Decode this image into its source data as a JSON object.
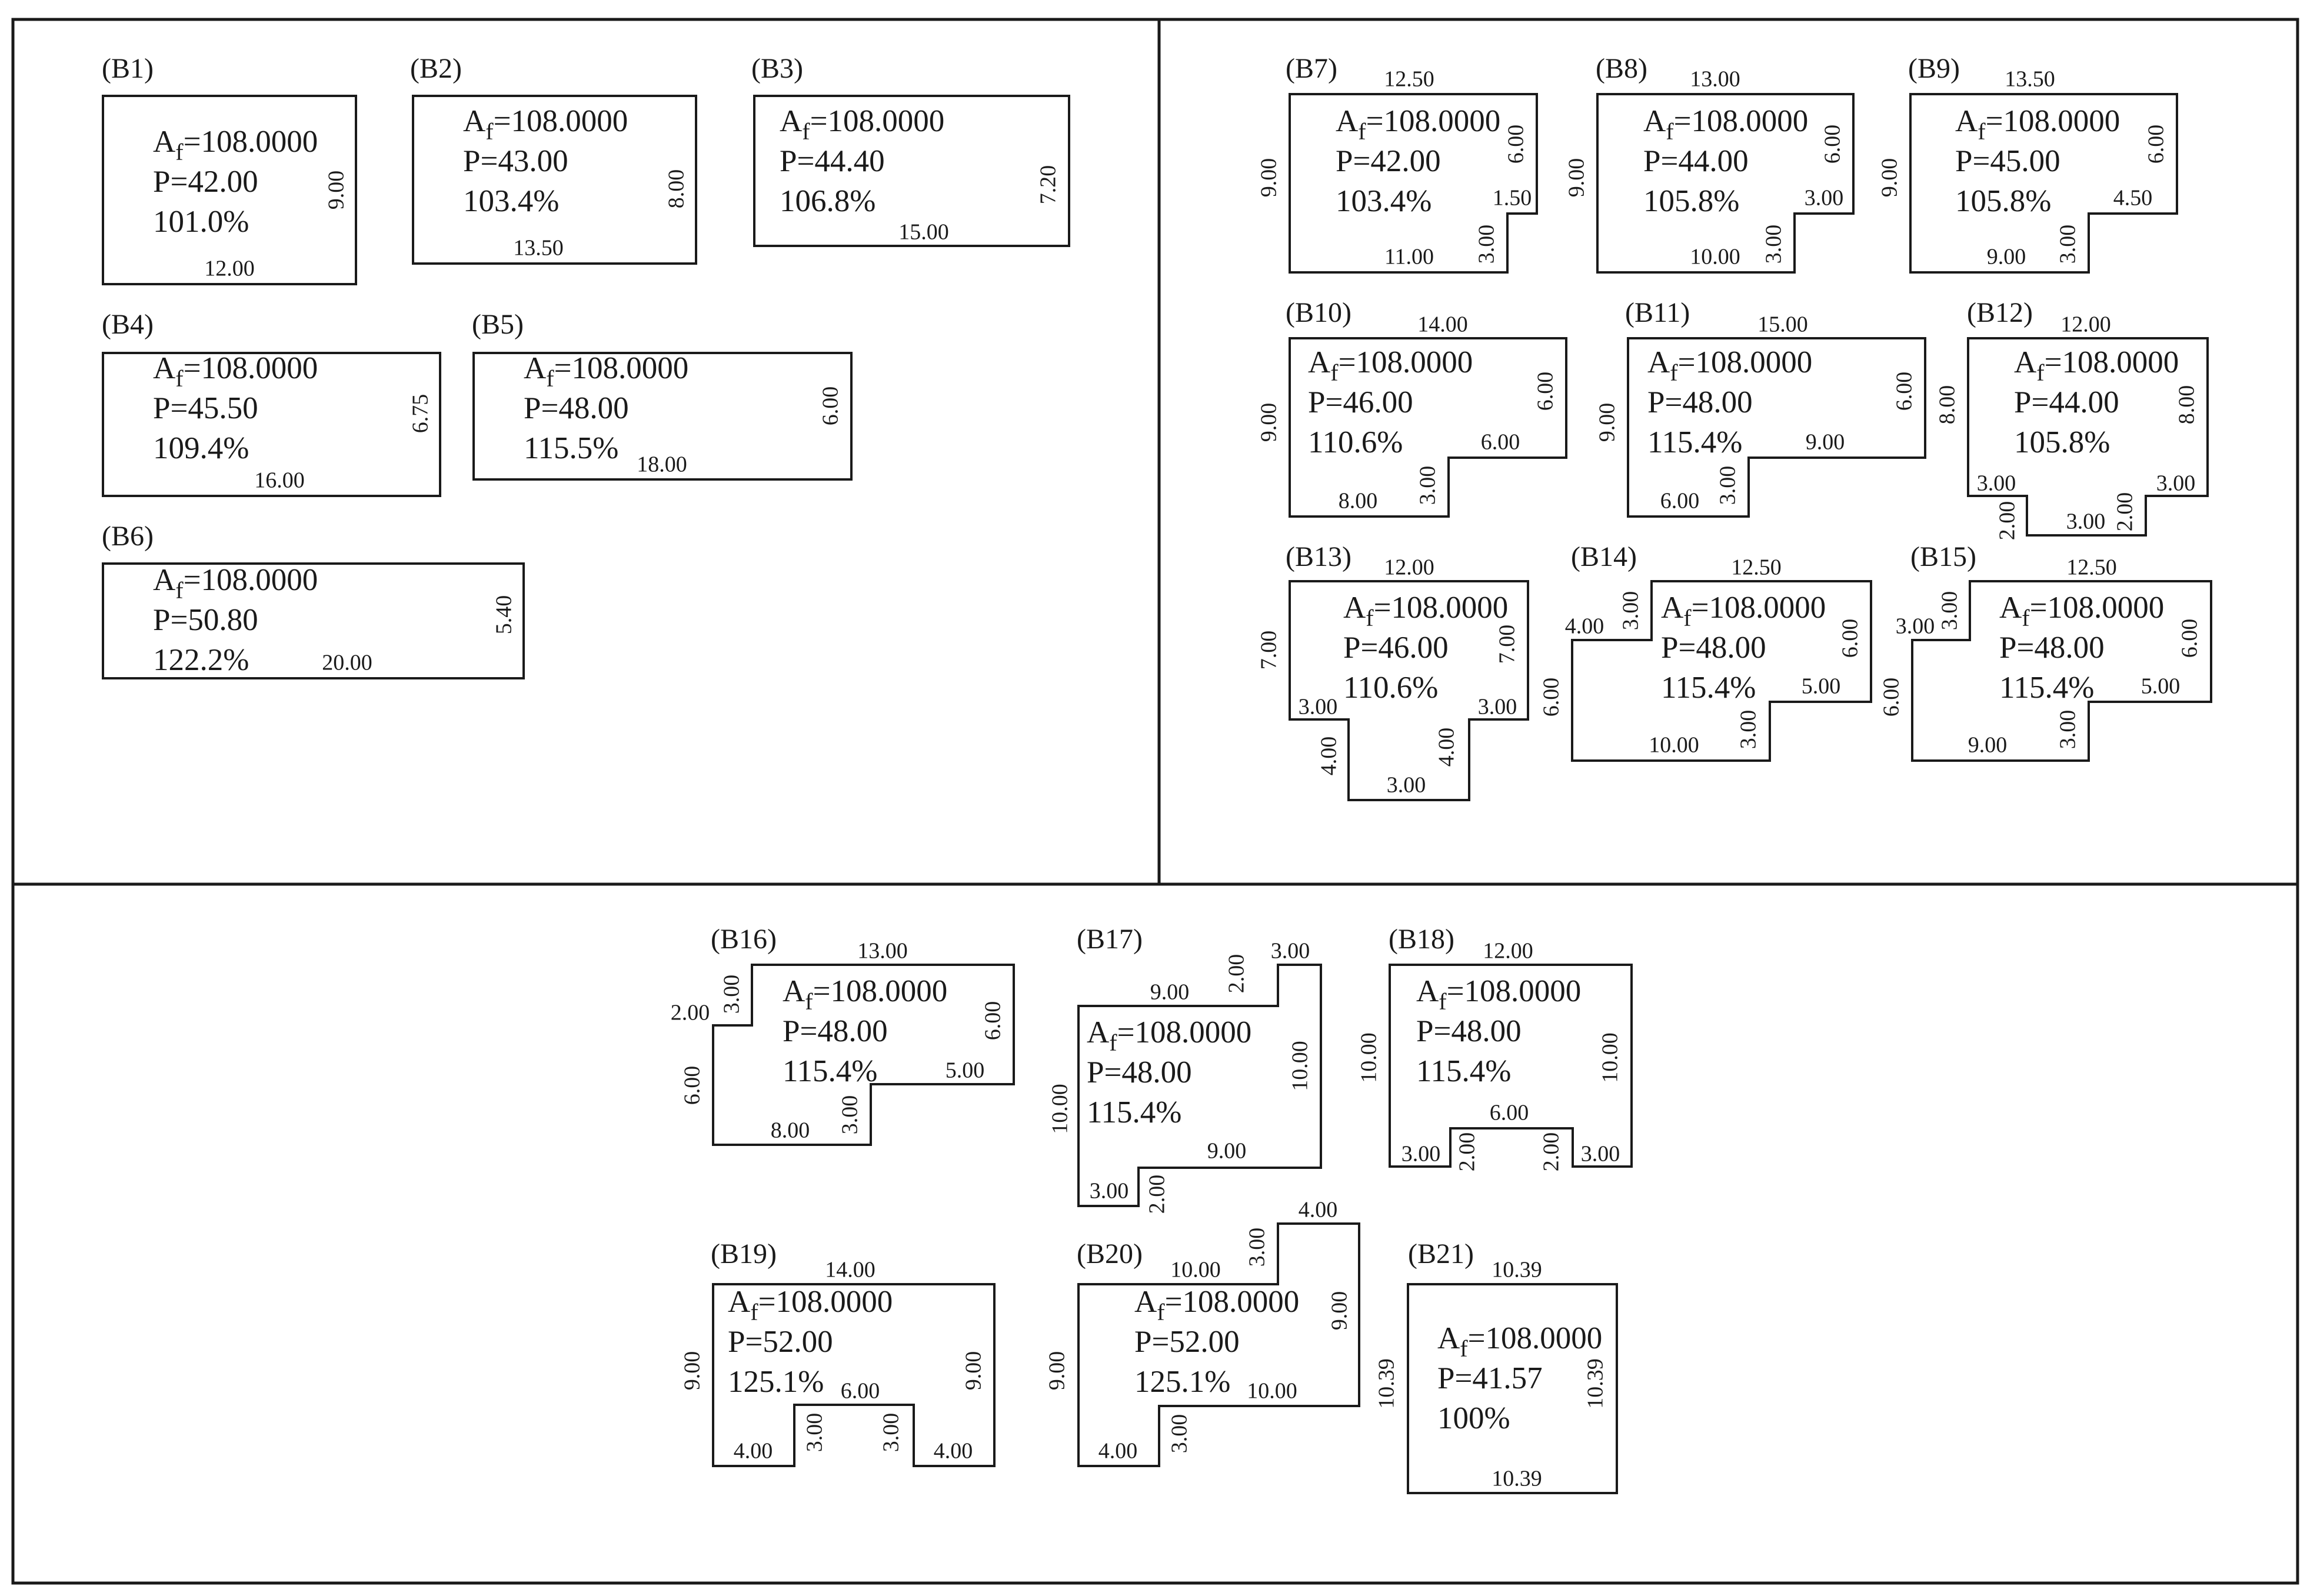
{
  "figure": {
    "line_color": "#1a1a1a",
    "background": "#ffffff"
  },
  "plans": [
    {
      "id": "B1",
      "label": "(B1)",
      "af": "108.0000",
      "p": "P=42.00",
      "pct": "101.0%",
      "dims": [
        "9.00",
        "12.00"
      ]
    },
    {
      "id": "B2",
      "label": "(B2)",
      "af": "108.0000",
      "p": "P=43.00",
      "pct": "103.4%",
      "dims": [
        "8.00",
        "13.50"
      ]
    },
    {
      "id": "B3",
      "label": "(B3)",
      "af": "108.0000",
      "p": "P=44.40",
      "pct": "106.8%",
      "dims": [
        "7.20",
        "15.00"
      ]
    },
    {
      "id": "B4",
      "label": "(B4)",
      "af": "108.0000",
      "p": "P=45.50",
      "pct": "109.4%",
      "dims": [
        "6.75",
        "16.00"
      ]
    },
    {
      "id": "B5",
      "label": "(B5)",
      "af": "108.0000",
      "p": "P=48.00",
      "pct": "115.5%",
      "dims": [
        "6.00",
        "18.00"
      ]
    },
    {
      "id": "B6",
      "label": "(B6)",
      "af": "108.0000",
      "p": "P=50.80",
      "pct": "122.2%",
      "dims": [
        "5.40",
        "20.00"
      ]
    },
    {
      "id": "B7",
      "label": "(B7)",
      "af": "108.0000",
      "p": "P=42.00",
      "pct": "103.4%",
      "dims": [
        "12.50",
        "9.00",
        "6.00",
        "1.50",
        "3.00",
        "11.00"
      ]
    },
    {
      "id": "B8",
      "label": "(B8)",
      "af": "108.0000",
      "p": "P=44.00",
      "pct": "105.8%",
      "dims": [
        "13.00",
        "9.00",
        "6.00",
        "3.00",
        "3.00",
        "10.00"
      ]
    },
    {
      "id": "B9",
      "label": "(B9)",
      "af": "108.0000",
      "p": "P=45.00",
      "pct": "105.8%",
      "dims": [
        "13.50",
        "9.00",
        "6.00",
        "4.50",
        "3.00",
        "9.00"
      ]
    },
    {
      "id": "B10",
      "label": "(B10)",
      "af": "108.0000",
      "p": "P=46.00",
      "pct": "110.6%",
      "dims": [
        "14.00",
        "9.00",
        "6.00",
        "6.00",
        "3.00",
        "8.00"
      ]
    },
    {
      "id": "B11",
      "label": "(B11)",
      "af": "108.0000",
      "p": "P=48.00",
      "pct": "115.4%",
      "dims": [
        "15.00",
        "9.00",
        "6.00",
        "9.00",
        "3.00",
        "6.00"
      ]
    },
    {
      "id": "B12",
      "label": "(B12)",
      "af": "108.0000",
      "p": "P=44.00",
      "pct": "105.8%",
      "dims": [
        "12.00",
        "8.00",
        "8.00",
        "3.00",
        "3.00",
        "2.00",
        "3.00",
        "2.00"
      ]
    },
    {
      "id": "B13",
      "label": "(B13)",
      "af": "108.0000",
      "p": "P=46.00",
      "pct": "110.6%",
      "dims": [
        "12.00",
        "7.00",
        "7.00",
        "3.00",
        "3.00",
        "4.00",
        "4.00",
        "3.00"
      ]
    },
    {
      "id": "B14",
      "label": "(B14)",
      "af": "108.0000",
      "p": "P=48.00",
      "pct": "115.4%",
      "dims": [
        "12.50",
        "4.00",
        "3.00",
        "6.00",
        "6.00",
        "5.00",
        "3.00",
        "10.00"
      ]
    },
    {
      "id": "B15",
      "label": "(B15)",
      "af": "108.0000",
      "p": "P=48.00",
      "pct": "115.4%",
      "dims": [
        "12.50",
        "3.00",
        "3.00",
        "6.00",
        "6.00",
        "5.00",
        "3.00",
        "9.00"
      ]
    },
    {
      "id": "B16",
      "label": "(B16)",
      "af": "108.0000",
      "p": "P=48.00",
      "pct": "115.4%",
      "dims": [
        "13.00",
        "2.00",
        "3.00",
        "6.00",
        "6.00",
        "5.00",
        "3.00",
        "8.00"
      ]
    },
    {
      "id": "B17",
      "label": "(B17)",
      "af": "108.0000",
      "p": "P=48.00",
      "pct": "115.4%",
      "dims": [
        "3.00",
        "9.00",
        "2.00",
        "10.00",
        "10.00",
        "9.00",
        "3.00",
        "2.00"
      ]
    },
    {
      "id": "B18",
      "label": "(B18)",
      "af": "108.0000",
      "p": "P=48.00",
      "pct": "115.4%",
      "dims": [
        "12.00",
        "10.00",
        "10.00",
        "6.00",
        "3.00",
        "2.00",
        "2.00",
        "3.00"
      ]
    },
    {
      "id": "B19",
      "label": "(B19)",
      "af": "108.0000",
      "p": "P=52.00",
      "pct": "125.1%",
      "dims": [
        "14.00",
        "9.00",
        "9.00",
        "6.00",
        "4.00",
        "3.00",
        "3.00",
        "4.00"
      ]
    },
    {
      "id": "B20",
      "label": "(B20)",
      "af": "108.0000",
      "p": "P=52.00",
      "pct": "125.1%",
      "dims": [
        "4.00",
        "10.00",
        "3.00",
        "9.00",
        "9.00",
        "10.00",
        "4.00",
        "3.00"
      ]
    },
    {
      "id": "B21",
      "label": "(B21)",
      "af": "108.0000",
      "p": "P=41.57",
      "pct": "100%",
      "dims": [
        "10.39",
        "10.39",
        "10.39",
        "10.39"
      ]
    }
  ]
}
